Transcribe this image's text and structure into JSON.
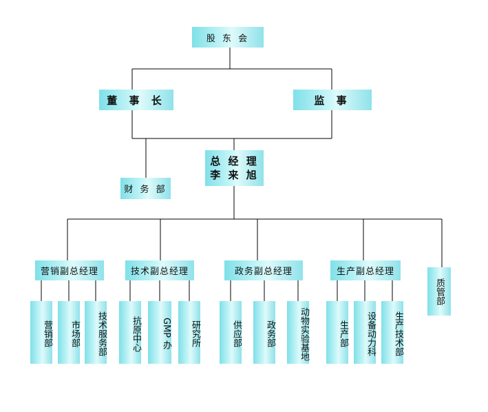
{
  "shareholders": "股 东 会",
  "chairman": "董 事 长",
  "supervisor": "监   事",
  "general_manager": {
    "title": "总 经 理",
    "name": "李 来 旭"
  },
  "finance": "财 务 部",
  "vp_groups": [
    {
      "title": "营销副总经理",
      "departments": [
        "营销部",
        "市场部",
        "技术服务部"
      ]
    },
    {
      "title": "技术副总经理",
      "departments": [
        "抗原中心",
        "GMP 办",
        "研究所"
      ]
    },
    {
      "title": "政务副总经理",
      "departments": [
        "供应部",
        "政务部",
        "动物实验基地"
      ]
    },
    {
      "title": "生产副总经理",
      "departments": [
        "生产部",
        "设备动力科",
        "生产技术部"
      ]
    }
  ],
  "quality": "质管部",
  "colors": {
    "box_edge": "#7fe0e8",
    "box_center": "#dffafa",
    "line": "#000000"
  }
}
